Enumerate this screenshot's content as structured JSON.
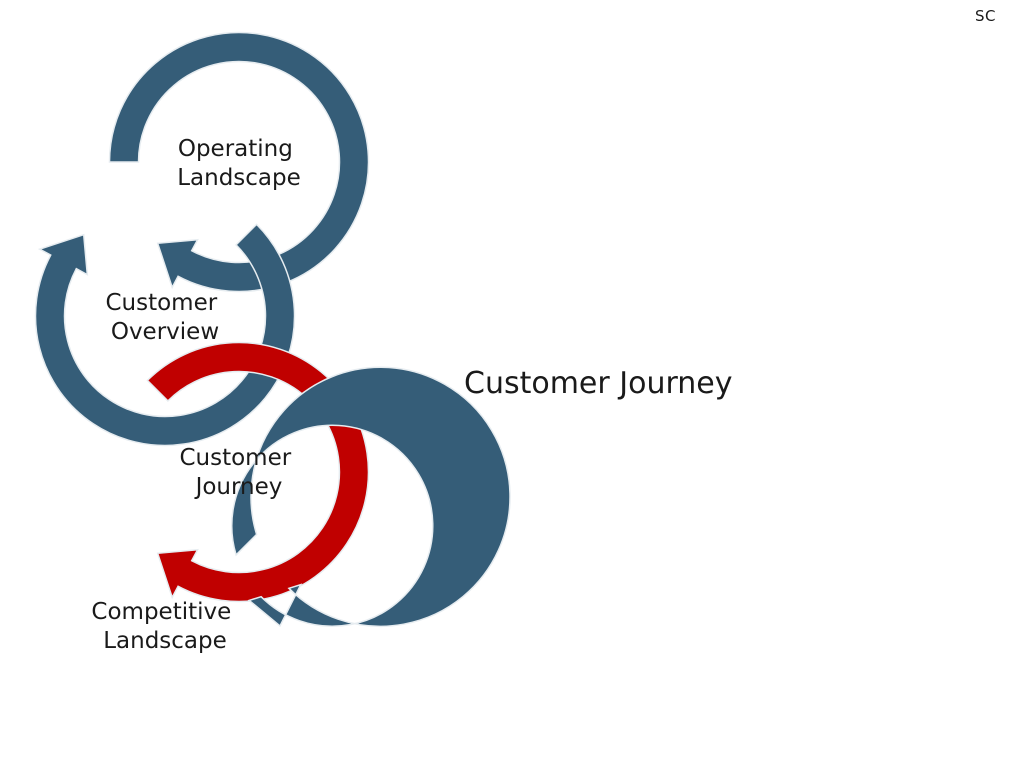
{
  "header": {
    "corner_mark": "SC"
  },
  "slide": {
    "title": "Customer Journey"
  },
  "diagram": {
    "steps": [
      {
        "line1": "Operating",
        "line2": "Landscape",
        "active": false
      },
      {
        "line1": "Customer",
        "line2": "Overview",
        "active": false
      },
      {
        "line1": "Customer",
        "line2": "Journey",
        "active": true
      },
      {
        "line1": "Competitive",
        "line2": "Landscape",
        "active": false
      }
    ],
    "colors": {
      "inactive": "#355d78",
      "active": "#c00000",
      "outline": "#e6ecf0"
    }
  }
}
